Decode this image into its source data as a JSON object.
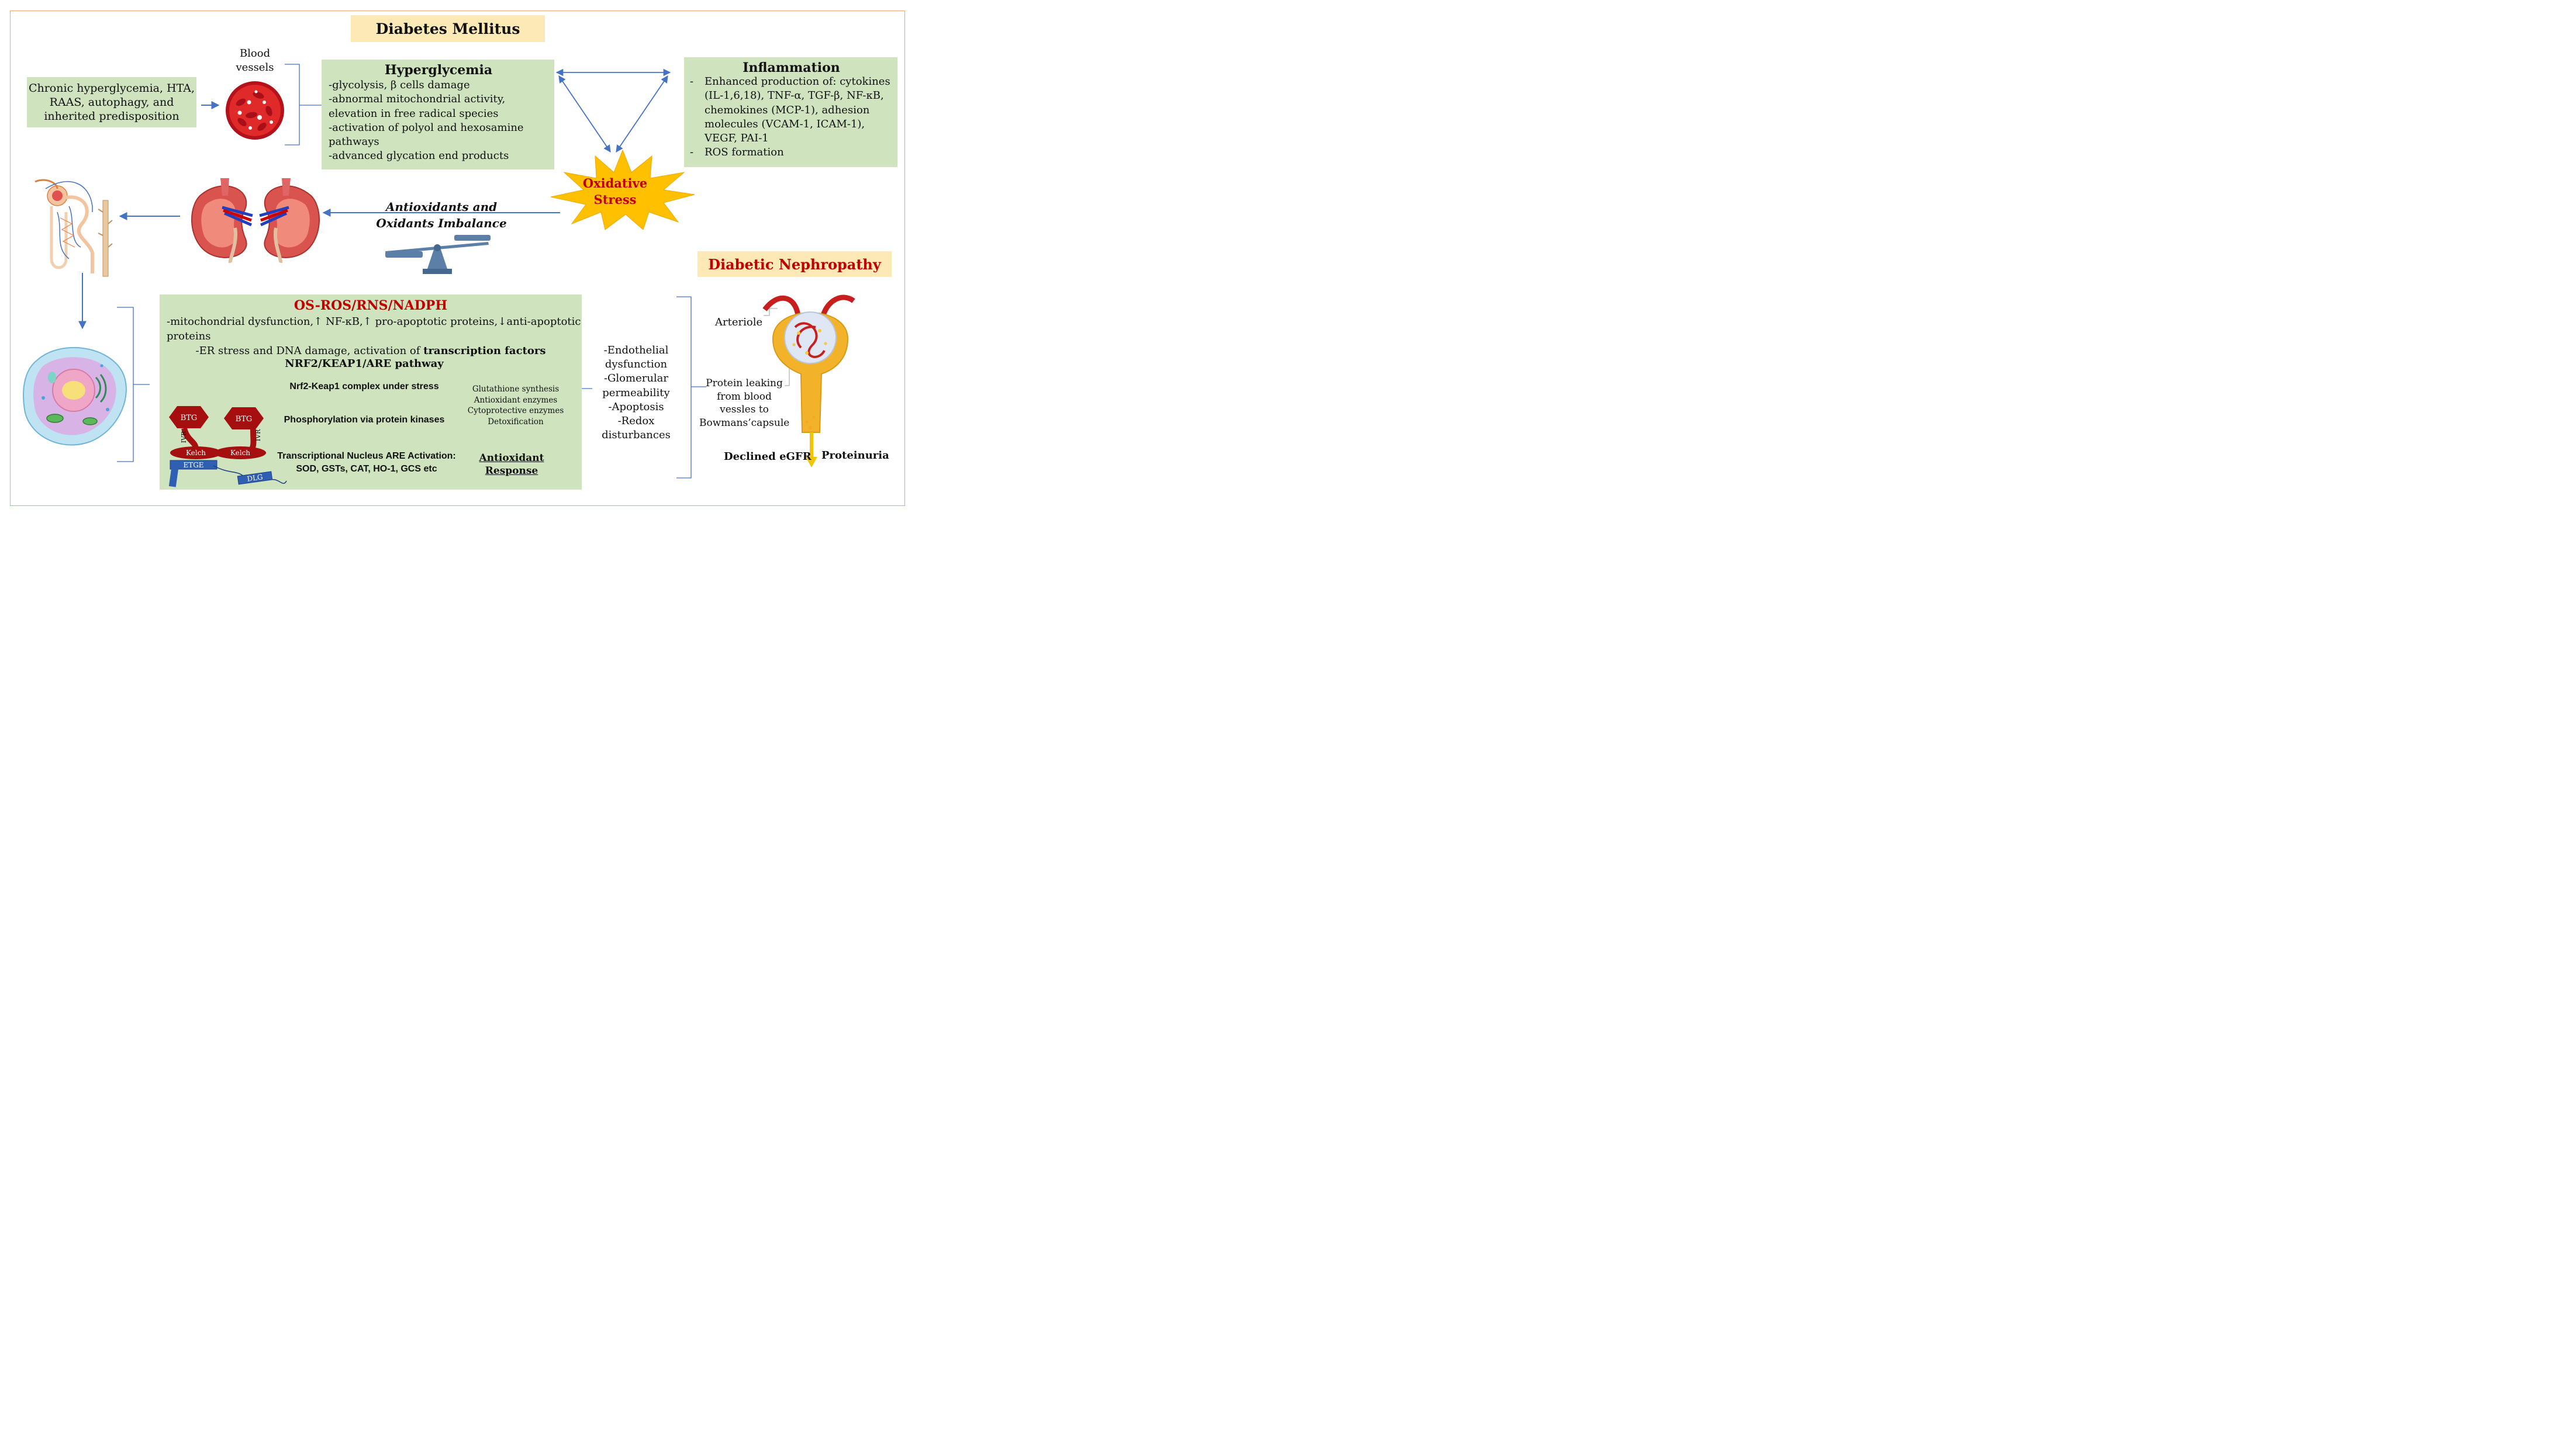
{
  "title": "Diabetes Mellitus",
  "causes": "Chronic hyperglycemia, HTA, RAAS, autophagy, and inherited predisposition",
  "blood_vessels_label": [
    "Blood",
    "vessels"
  ],
  "hyperglycemia": {
    "title": "Hyperglycemia",
    "items": [
      "-glycolysis, β cells damage",
      "-abnormal mitochondrial activity,",
      "elevation in free radical species",
      "-activation of polyol and hexosamine",
      "pathways",
      "-advanced glycation end products"
    ]
  },
  "inflammation": {
    "title": "Inflammation",
    "items": [
      "Enhanced production of: cytokines (IL-1,6,18), TNF-α, TGF-β, NF-κB, chemokines (MCP-1), adhesion molecules (VCAM-1, ICAM-1), VEGF, PAI-1",
      "ROS formation"
    ]
  },
  "oxidative_stress": [
    "Oxidative",
    "Stress"
  ],
  "imbalance": [
    "Antioxidants and",
    "Oxidants Imbalance"
  ],
  "nephropathy_title": "Diabetic Nephropathy",
  "os_box": {
    "title": "OS-ROS/RNS/NADPH",
    "line1_a": "-mitochondrial dysfunction,",
    "line1_b": "NF-κB,",
    "line1_c": "pro-apoptotic proteins,",
    "line1_d": "anti-apoptotic",
    "line2": "proteins",
    "line3_a": "-ER stress and DNA damage, activation of ",
    "line3_b": "transcription factors",
    "pathway": "NRF2/KEAP1/ARE pathway",
    "step1": "Nrf2-Keap1 complex under stress",
    "step2": "Phosphorylation via protein kinases",
    "step3a": "Transcriptional Nucleus ARE Activation:",
    "step3b": "SOD, GSTs, CAT, HO-1, GCS etc",
    "enzymes": [
      "Glutathione synthesis",
      "Antioxidant enzymes",
      "Cytoprotective enzymes",
      "Detoxification"
    ],
    "response": [
      "Antioxidant",
      "Response"
    ],
    "btg": "BTG",
    "ivr": "IVR",
    "kelch": "Kelch",
    "etge": "ETGE",
    "dlg": "DLG"
  },
  "outcomes": [
    "-Endothelial",
    "dysfunction",
    "-Glomerular",
    "permeability",
    "-Apoptosis",
    "-Redox disturbances"
  ],
  "arteriole": "Arteriole",
  "protein_leaking": [
    "Protein leaking",
    "from blood",
    "vessles to",
    "Bowmans’capsule"
  ],
  "declined_egfr": "Declined eGFR",
  "proteinuria": "Proteinuria",
  "colors": {
    "box_green": "#cfe3bf",
    "title_yellow": "#fde9b5",
    "accent_red": "#c00000",
    "arrow_blue": "#4472c4",
    "star_yellow": "#ffc000",
    "btg_red": "#a50f0f",
    "frame": "#e8a77a"
  }
}
